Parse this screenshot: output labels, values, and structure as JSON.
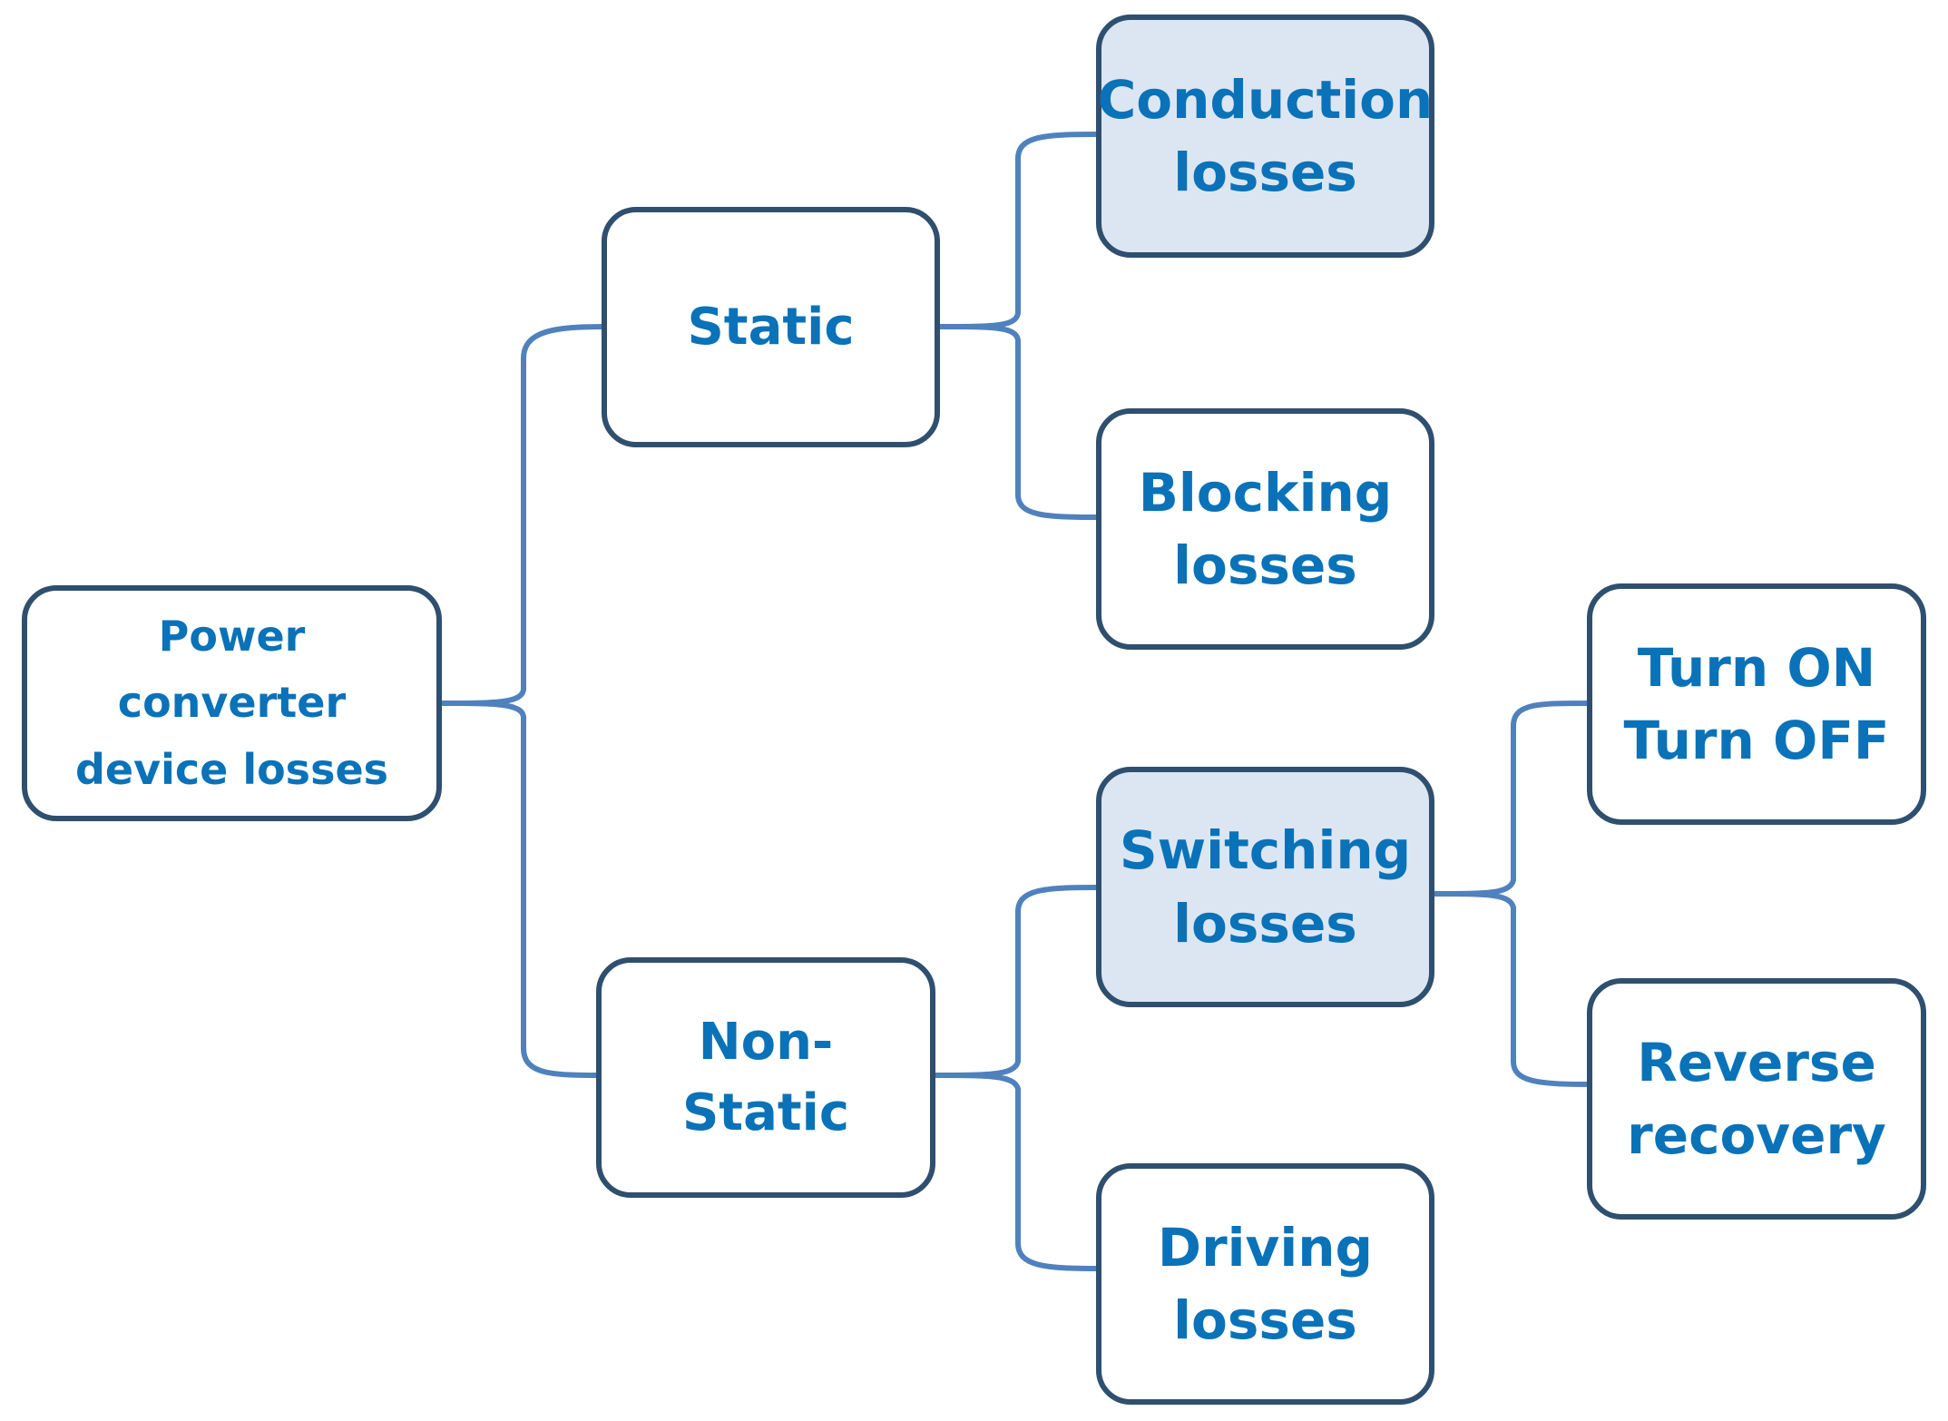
{
  "diagram": {
    "nodes": {
      "root": {
        "lines": [
          "Power",
          "converter",
          "device losses"
        ]
      },
      "static": {
        "lines": [
          "Static"
        ]
      },
      "non_static": {
        "lines": [
          "Non-",
          "Static"
        ]
      },
      "conduction": {
        "lines": [
          "Conduction",
          "losses"
        ]
      },
      "blocking": {
        "lines": [
          "Blocking",
          "losses"
        ]
      },
      "switching": {
        "lines": [
          "Switching",
          "losses"
        ]
      },
      "driving": {
        "lines": [
          "Driving",
          "losses"
        ]
      },
      "turn": {
        "lines": [
          "Turn ON",
          "Turn OFF"
        ]
      },
      "reverse": {
        "lines": [
          "Reverse",
          "recovery"
        ]
      }
    },
    "edges": [
      [
        "root",
        "static"
      ],
      [
        "root",
        "non_static"
      ],
      [
        "static",
        "conduction"
      ],
      [
        "static",
        "blocking"
      ],
      [
        "non_static",
        "switching"
      ],
      [
        "non_static",
        "driving"
      ],
      [
        "switching",
        "turn"
      ],
      [
        "switching",
        "reverse"
      ]
    ],
    "shaded_nodes": [
      "conduction",
      "switching"
    ],
    "colors": {
      "text": "#0a72b8",
      "box_border": "#2f4f6f",
      "connector": "#4f81bd",
      "shaded_fill": "#dce6f2",
      "box_fill": "#ffffff"
    }
  }
}
